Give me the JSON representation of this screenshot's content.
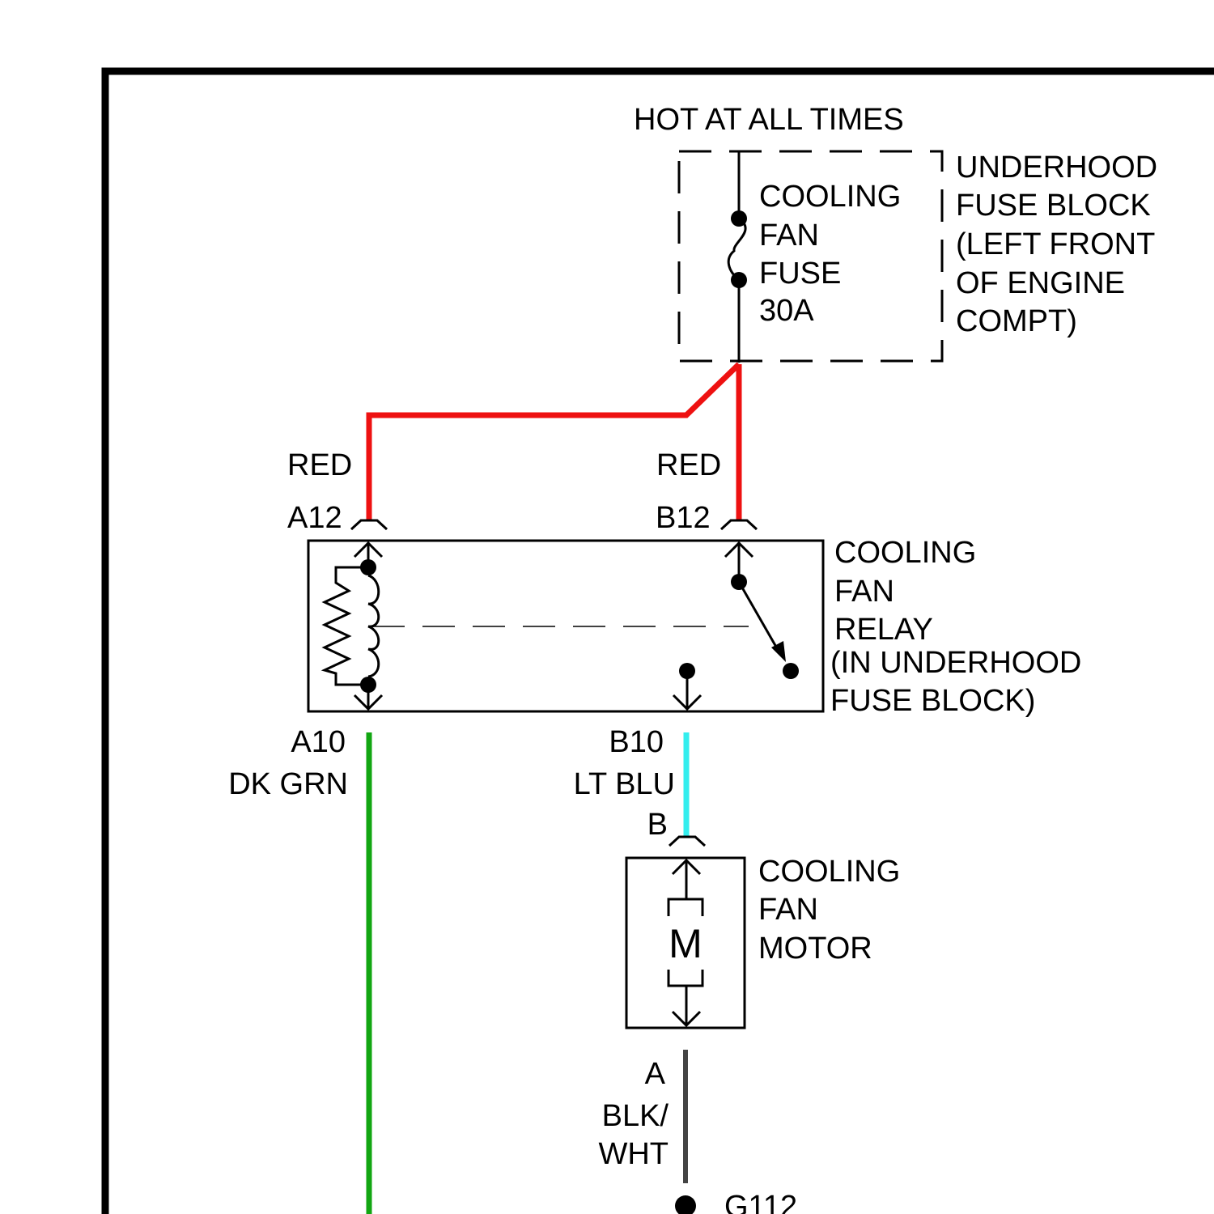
{
  "diagram": {
    "type": "wiring-schematic",
    "power_source": {
      "label": "HOT AT ALL TIMES"
    },
    "fuse_block": {
      "label_lines": [
        "UNDERHOOD",
        "FUSE BLOCK",
        "(LEFT FRONT",
        "OF ENGINE",
        "COMPT)"
      ],
      "fuse": {
        "label_lines": [
          "COOLING",
          "FAN",
          "FUSE",
          "30A"
        ]
      }
    },
    "relay": {
      "label_lines": [
        "COOLING",
        "FAN",
        "RELAY",
        "(IN UNDERHOOD",
        "FUSE BLOCK)"
      ],
      "pins": {
        "a12": "A12",
        "b12": "B12",
        "a10": "A10",
        "b10": "B10"
      }
    },
    "motor": {
      "symbol": "M",
      "label_lines": [
        "COOLING",
        "FAN",
        "MOTOR"
      ],
      "pins": {
        "b": "B",
        "a": "A"
      }
    },
    "wires": {
      "red_left": {
        "label": "RED",
        "color": "#ee1111"
      },
      "red_right": {
        "label": "RED",
        "color": "#ee1111"
      },
      "dk_grn": {
        "label": "DK GRN",
        "color": "#12a612"
      },
      "lt_blu": {
        "label": "LT BLU",
        "color": "#33eeee"
      },
      "blk_wht": {
        "label_lines": [
          "BLK/",
          "WHT"
        ],
        "color": "#444444"
      }
    },
    "ground": {
      "label": "G112"
    }
  }
}
